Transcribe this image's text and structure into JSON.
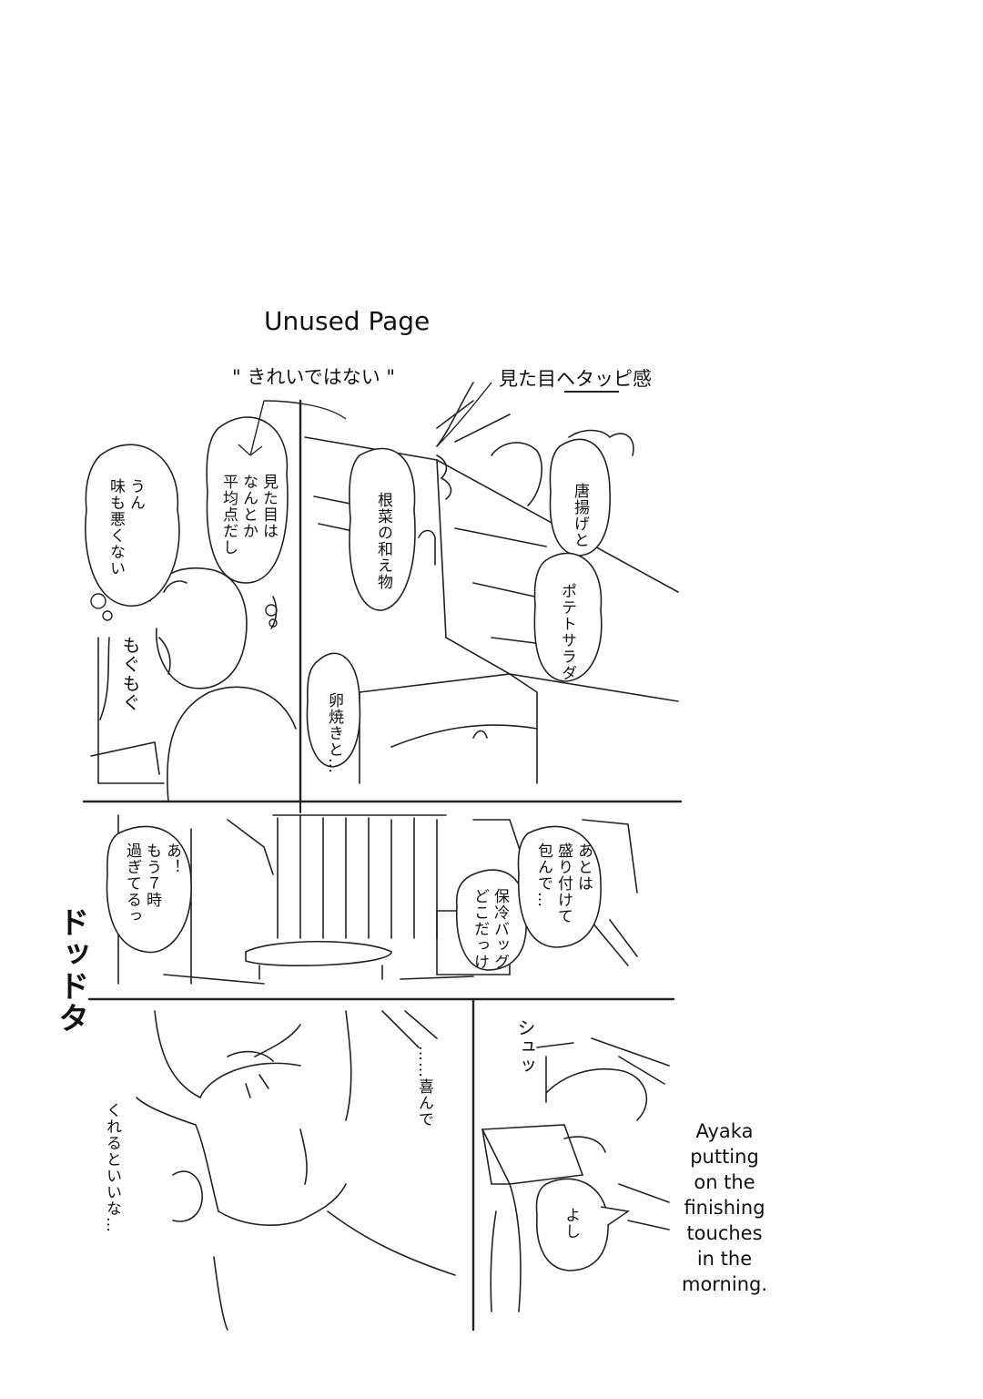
{
  "page_title": "Unused Page",
  "caption": "Ayaka putting on the finishing touches in the morning.",
  "notes": {
    "top_left": "\" きれいではない \"",
    "top_right": "見た目ヘタッピ感"
  },
  "bubbles": {
    "p1_left": "うん\n味も悪くない",
    "p1_right": "見た目は\nなんとか\n平均点だし",
    "p2_a": "根菜の和え物",
    "p2_b": "卵焼きと…",
    "p2_c": "唐揚げと",
    "p2_d": "ポテトサラダ",
    "p3_left": "あ！\nもう７時\n過ぎてるっ",
    "p3_mid": "保冷バッグ\nどこだっけ",
    "p3_right": "あとは\n盛り付けて\n包んで…",
    "p4_a": "……喜んで",
    "p4_b": "くれるといいな…",
    "p5": "よし"
  },
  "sfx": {
    "mogu": "もぐもぐ",
    "dotabata": "ドッドタ",
    "shurt": "シュッ"
  }
}
